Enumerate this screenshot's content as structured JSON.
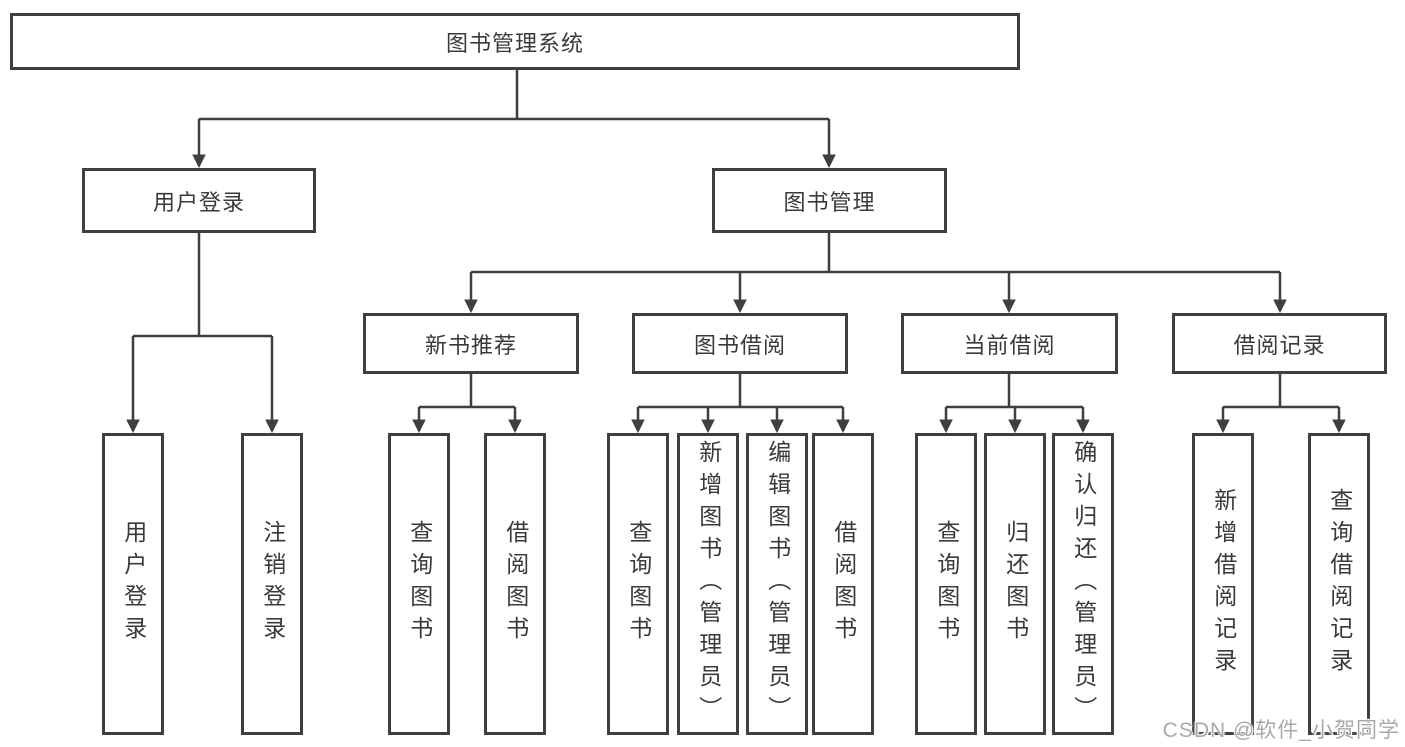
{
  "tree": {
    "root": {
      "label": "图书管理系统"
    },
    "branches": [
      {
        "label": "用户登录",
        "children": [
          {
            "label": "用户登录"
          },
          {
            "label": "注销登录"
          }
        ]
      },
      {
        "label": "图书管理",
        "groups": [
          {
            "label": "新书推荐",
            "children": [
              {
                "label": "查询图书"
              },
              {
                "label": "借阅图书"
              }
            ]
          },
          {
            "label": "图书借阅",
            "children": [
              {
                "label": "查询图书"
              },
              {
                "label": "新增图书（管理员）"
              },
              {
                "label": "编辑图书（管理员）"
              },
              {
                "label": "借阅图书"
              }
            ]
          },
          {
            "label": "当前借阅",
            "children": [
              {
                "label": "查询图书"
              },
              {
                "label": "归还图书"
              },
              {
                "label": "确认归还（管理员）"
              }
            ]
          },
          {
            "label": "借阅记录",
            "children": [
              {
                "label": "新增借阅记录"
              },
              {
                "label": "查询借阅记录"
              }
            ]
          }
        ]
      }
    ]
  },
  "watermark": {
    "text": "CSDN @软件_小贺同学"
  },
  "colors": {
    "line": "#3f3f3f",
    "box_border": "#3f3f3f",
    "text": "#3a3a3a",
    "watermark": "#a9a9a9",
    "background": "#ffffff"
  }
}
